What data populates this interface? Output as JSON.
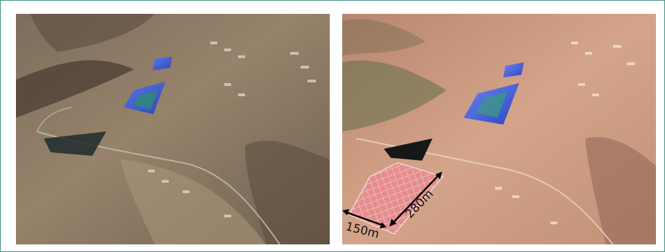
{
  "panels": [
    {
      "id": "left",
      "kind": "satellite-photo-original"
    },
    {
      "id": "right",
      "kind": "satellite-photo-annotated"
    }
  ],
  "annotations": {
    "width_label": "150m",
    "length_label": "280m"
  },
  "colors": {
    "frame_border": "#3f8f7f",
    "terrain_left": "#8c7a63",
    "terrain_right": "#c9987f",
    "solar_panels": "#3b57d6",
    "proposed_area": "#e88d8d",
    "pond": "#1b1f22"
  }
}
